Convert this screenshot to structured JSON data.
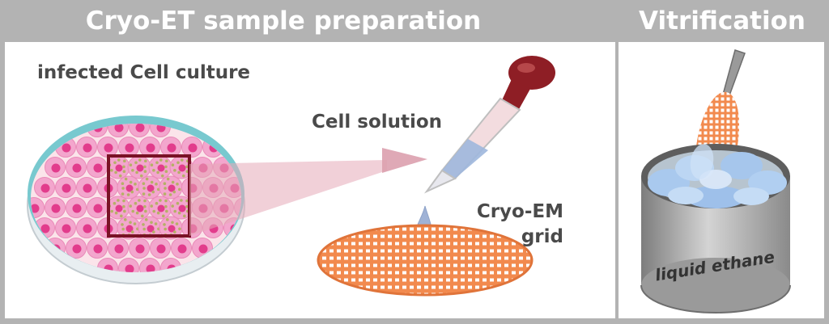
{
  "header": {
    "left_title": "Cryo-ET sample preparation",
    "right_title": "Vitrification"
  },
  "labels": {
    "cell_culture": "infected Cell culture",
    "cell_solution": "Cell solution",
    "grid_line1": "Cryo-EM",
    "grid_line2": "grid",
    "liquid_ethane": "liquid ethane"
  },
  "colors": {
    "banner_gray": "#b3b3b3",
    "cell_pink": "#f3a6cd",
    "nucleus": "#e23c8c",
    "virus_green": "#b5b066",
    "grid_orange": "#f28a4e",
    "highlight_box": "#7a1226",
    "arrow_pink": "#e6a9b8",
    "ice_blue": "#a9c9ee"
  }
}
